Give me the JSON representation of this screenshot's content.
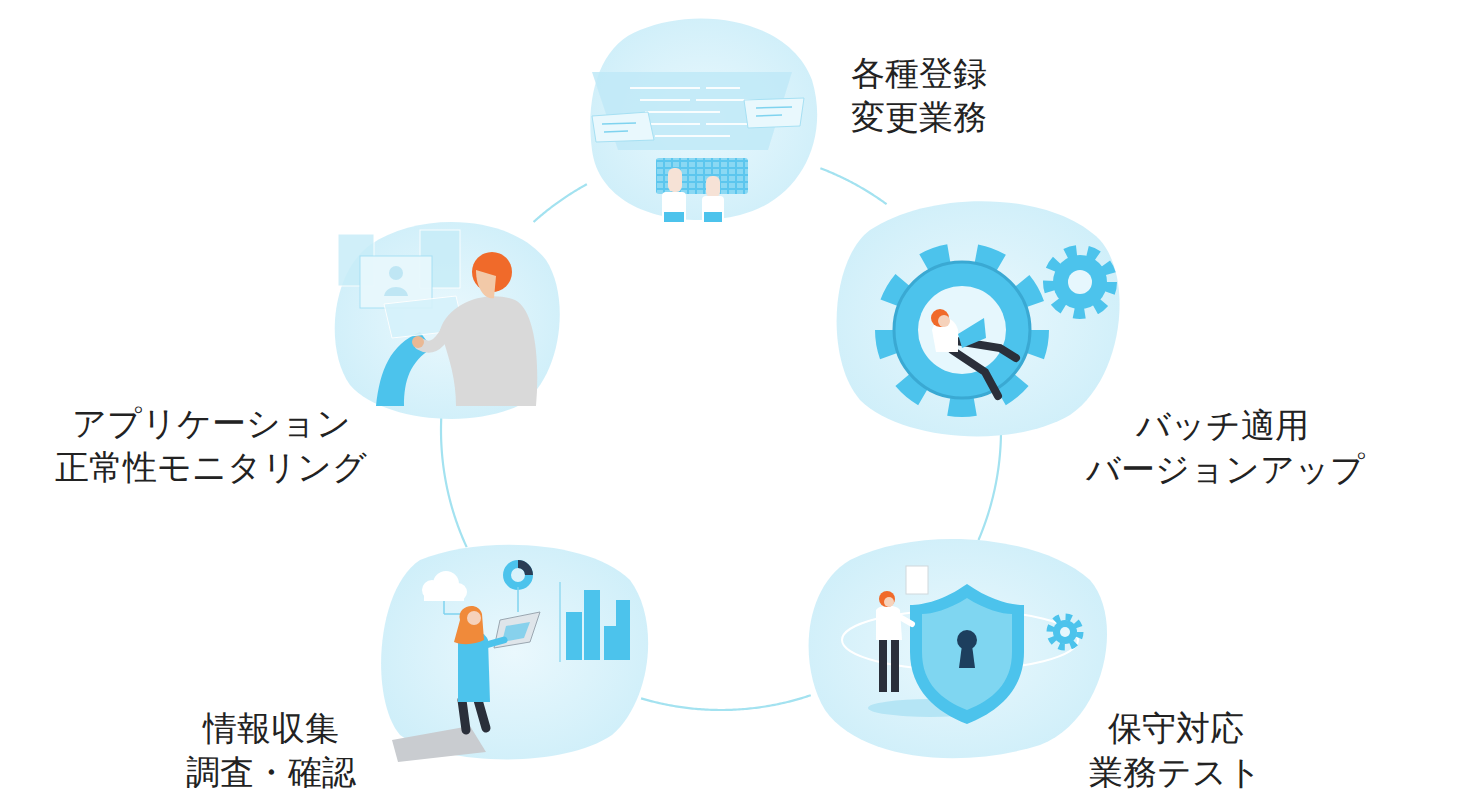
{
  "diagram": {
    "nodes": [
      {
        "text": [
          "各種登録 変更業務"
        ]
      },
      {
        "text": [
          "バッチ適用 バージョンアップ"
        ]
      },
      {
        "text": [
          "保守対応 業務テスト"
        ]
      },
      {
        "text": [
          "情報収集 調査・確認"
        ]
      },
      {
        "text": [
          "アプリケーション 正常性モニタリング"
        ]
      }
    ],
    "edges": [
      {
        "from": 0,
        "to": 1,
        "arrow": "none"
      },
      {
        "from": 1,
        "to": 2,
        "arrow": "none"
      },
      {
        "from": 2,
        "to": 3,
        "arrow": "none"
      },
      {
        "from": 3,
        "to": 4,
        "arrow": "none"
      },
      {
        "from": 4,
        "to": 0,
        "arrow": "none"
      }
    ]
  }
}
